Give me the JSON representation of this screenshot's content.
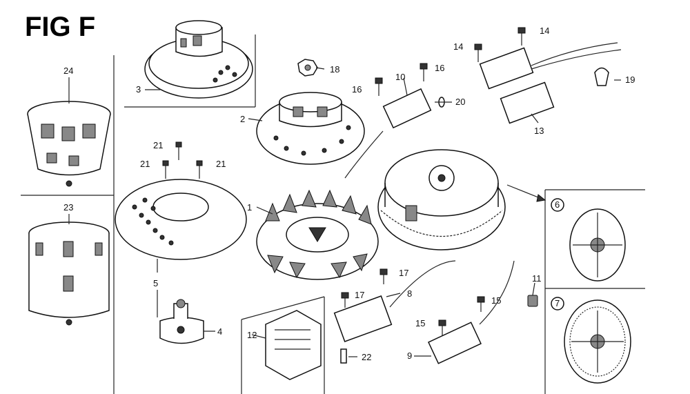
{
  "title": "FIG F",
  "callouts": {
    "p1": "1",
    "p2": "2",
    "p3": "3",
    "p4": "4",
    "p5": "5",
    "p6": "6",
    "p7": "7",
    "p8": "8",
    "p9": "9",
    "p10": "10",
    "p11": "11",
    "p12": "12",
    "p13": "13",
    "p14a": "14",
    "p14b": "14",
    "p15a": "15",
    "p15b": "15",
    "p16a": "16",
    "p16b": "16",
    "p17a": "17",
    "p17b": "17",
    "p18": "18",
    "p19": "19",
    "p20": "20",
    "p21a": "21",
    "p21b": "21",
    "p21c": "21",
    "p22": "22",
    "p23": "23",
    "p24": "24"
  }
}
